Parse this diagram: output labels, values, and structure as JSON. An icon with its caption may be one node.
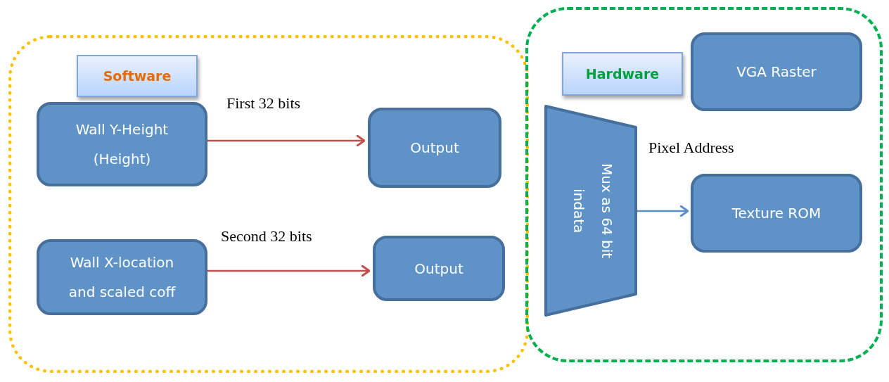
{
  "diagram": {
    "nodes": [
      {
        "text": [],
        "shape": "box"
      },
      {
        "text": [
          "Software"
        ],
        "in": 0
      },
      {
        "text": [
          "Wall Y-Height (Height)"
        ],
        "in": 0
      },
      {
        "text": [
          "Output"
        ],
        "in": 0
      },
      {
        "text": [
          "Wall X-location and scaled coff"
        ],
        "in": 0
      },
      {
        "text": [
          "Output"
        ],
        "in": 0
      },
      {
        "text": [],
        "shape": "box"
      },
      {
        "text": [
          "Hardware"
        ],
        "in": 6
      },
      {
        "text": [
          "VGA Raster"
        ],
        "in": 6
      },
      {
        "text": [
          "Mux as 64 bit indata"
        ],
        "in": 6
      },
      {
        "text": [
          "Texture ROM"
        ],
        "in": 6
      }
    ],
    "edges": [
      {
        "from": 2,
        "to": 3,
        "arrow": "to",
        "label": "First 32 bits"
      },
      {
        "from": 4,
        "to": 5,
        "arrow": "to",
        "label": "Second 32 bits"
      },
      {
        "from": 9,
        "to": 10,
        "arrow": "to",
        "label": "Pixel Address",
        "color": "#5b8fc9"
      }
    ]
  }
}
